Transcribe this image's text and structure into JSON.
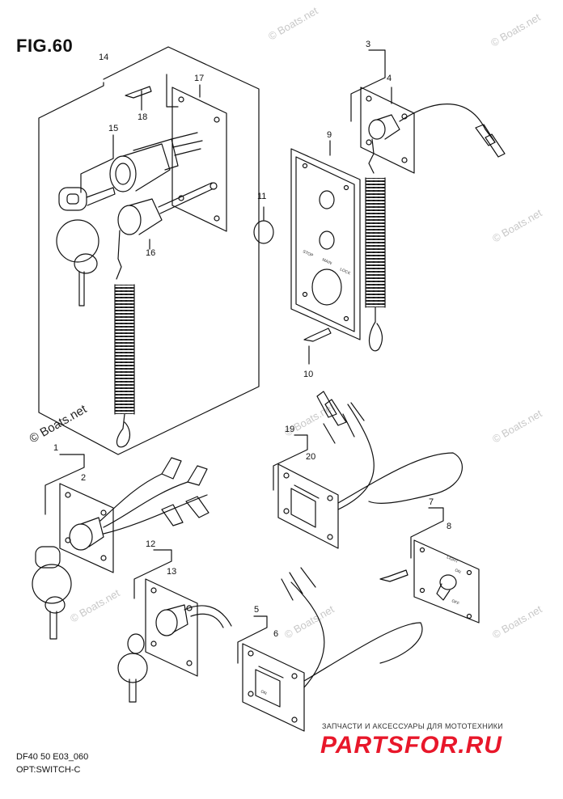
{
  "figure": {
    "title": "FIG.60",
    "code": "DF40 50 E03_060",
    "name": "OPT:SWITCH-C"
  },
  "callouts": [
    "1",
    "2",
    "3",
    "4",
    "5",
    "6",
    "7",
    "8",
    "9",
    "10",
    "11",
    "12",
    "13",
    "14",
    "15",
    "16",
    "17",
    "18",
    "19",
    "20"
  ],
  "panel_labels": {
    "panel9": [
      "STOP",
      "MAIN",
      "LOCK"
    ],
    "panel8": [
      "LIGHT",
      "ON",
      "OFF"
    ],
    "panel6": "ON"
  },
  "watermarks": {
    "site": "© Boats.net",
    "promo": "ЗАПЧАСТИ И АКСЕССУАРЫ ДЛЯ МОТОТЕХНИКИ",
    "brand": "PARTSFOR.RU"
  },
  "colors": {
    "line": "#111111",
    "watermark": "#c8c8c8",
    "brand": "#e8172a"
  }
}
